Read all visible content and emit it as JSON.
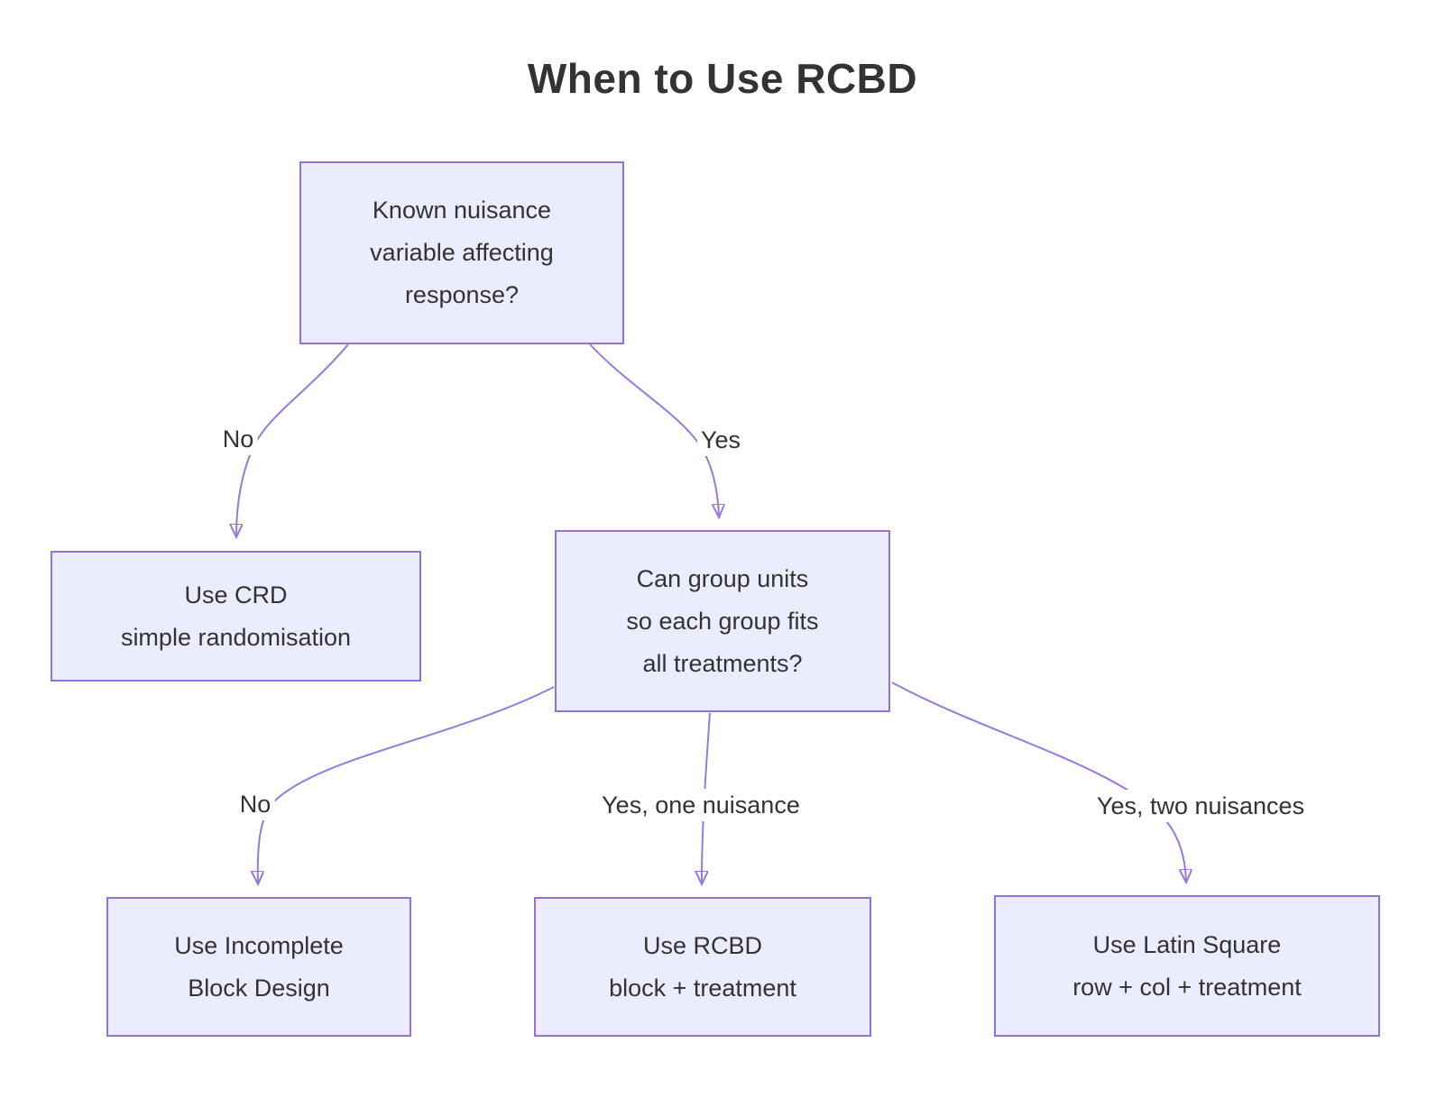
{
  "title": "When to Use RCBD",
  "colors": {
    "background": "#ffffff",
    "node_fill": "#ececff",
    "node_border": "#9370db",
    "edge_stroke": "#9879dc",
    "arrow_fill": "#8e66d2",
    "text": "#333333"
  },
  "nodes": {
    "root": {
      "label": "Known nuisance\nvariable affecting\nresponse?"
    },
    "crd": {
      "label": "Use CRD\nsimple randomisation"
    },
    "group": {
      "label": "Can group units\nso each group fits\nall treatments?"
    },
    "ibd": {
      "label": "Use Incomplete\nBlock Design"
    },
    "rcbd": {
      "label": "Use RCBD\nblock + treatment"
    },
    "latin": {
      "label": "Use Latin Square\nrow + col + treatment"
    }
  },
  "edges": [
    {
      "from": "root",
      "to": "crd",
      "label": "No"
    },
    {
      "from": "root",
      "to": "group",
      "label": "Yes"
    },
    {
      "from": "group",
      "to": "ibd",
      "label": "No"
    },
    {
      "from": "group",
      "to": "rcbd",
      "label": "Yes, one nuisance"
    },
    {
      "from": "group",
      "to": "latin",
      "label": "Yes, two nuisances"
    }
  ]
}
